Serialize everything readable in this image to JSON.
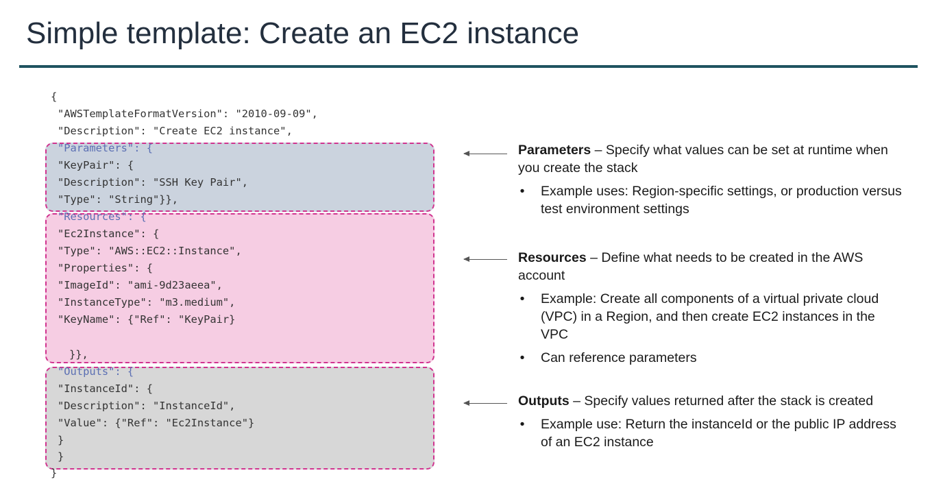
{
  "slide": {
    "title": "Simple template: Create an EC2 instance"
  },
  "code": {
    "lines": [
      "{",
      "\"AWSTemplateFormatVersion\": \"2010-09-09\",",
      "\"Description\": \"Create EC2 instance\",",
      "\"Parameters\": {",
      "\"KeyPair\": {",
      "\"Description\": \"SSH Key Pair\",",
      "\"Type\": \"String\"}},",
      "\"Resources\": {",
      "\"Ec2Instance\": {",
      "\"Type\": \"AWS::EC2::Instance\",",
      "\"Properties\": {",
      "\"ImageId\": \"ami-9d23aeea\",",
      "\"InstanceType\": \"m3.medium\",",
      "\"KeyName\": {\"Ref\": \"KeyPair}",
      "}},",
      "\"Outputs\": {",
      "\"InstanceId\": {",
      "\"Description\": \"InstanceId\",",
      "\"Value\": {\"Ref\": \"Ec2Instance\"}",
      "}",
      "}",
      "}"
    ]
  },
  "sections": [
    {
      "heading": "Parameters",
      "heading_rest": " – Specify what values can be set at runtime when you create the stack",
      "bullets": [
        "Example uses: Region-specific settings, or production versus test environment settings"
      ]
    },
    {
      "heading": "Resources",
      "heading_rest": " – Define what needs to be created in the AWS account",
      "bullets": [
        "Example: Create all components of a virtual private cloud (VPC) in a Region, and then create EC2 instances in the VPC",
        "Can reference parameters"
      ]
    },
    {
      "heading": "Outputs",
      "heading_rest": " – Specify values returned after the stack is created",
      "bullets": [
        "Example use: Return the instanceId or the public IP address of an EC2 instance"
      ]
    }
  ],
  "bullet_glyph": "•",
  "colors": {
    "title": "#232f3e",
    "rule": "#1f5360",
    "parameters_box": "#cbd3de",
    "resources_box": "#f6cde3",
    "outputs_box": "#d7d7d7",
    "dashed_border": "#d0338f",
    "section_keyword": "#5b6fb3"
  }
}
